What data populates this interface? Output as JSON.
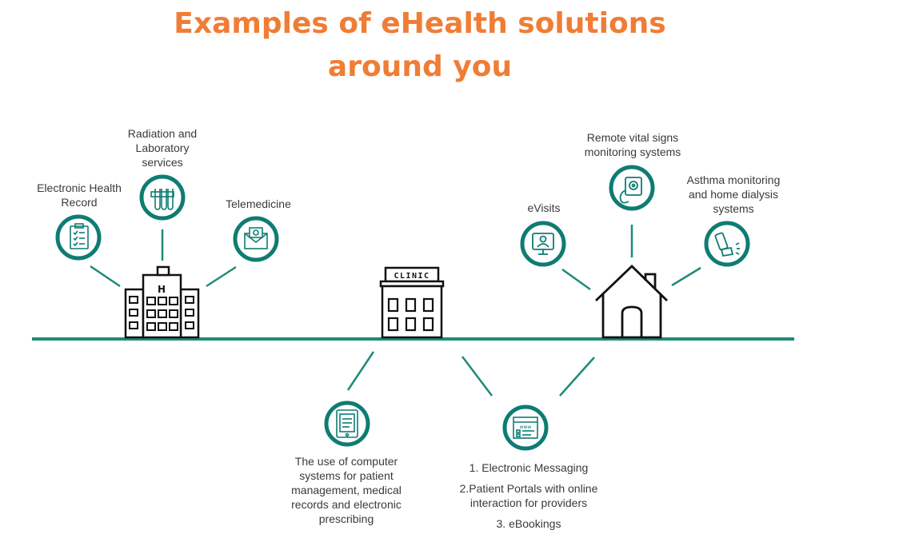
{
  "title": {
    "line1": "Examples of eHealth solutions",
    "line2": "around you"
  },
  "hospital": {
    "sign": "H",
    "nodes": {
      "ehr": "Electronic Health Record",
      "lab": "Radiation and Laboratory services",
      "tele": "Telemedicine"
    }
  },
  "clinic": {
    "sign": "CLINIC",
    "nodes": {
      "systems": "The use of computer systems for patient management, medical records and electronic prescribing",
      "messaging": {
        "line1": "1. Electronic Messaging",
        "line2": "2.Patient Portals with online interaction for providers",
        "line3": "3. eBookings"
      }
    }
  },
  "home": {
    "nodes": {
      "evisits": "eVisits",
      "remote": "Remote vital signs monitoring systems",
      "asthma": "Asthma monitoring and home dialysis systems"
    }
  },
  "colors": {
    "title": "#f07d35",
    "teal": "#0e7c73",
    "line": "#1e8a7a",
    "text": "#3a3a3a"
  },
  "icons": [
    "clipboard-icon",
    "test-tubes-icon",
    "email-icon",
    "tablet-record-icon",
    "www-browser-icon",
    "video-call-icon",
    "blood-pressure-icon",
    "inhaler-icon",
    "hospital-building-icon",
    "clinic-building-icon",
    "house-icon"
  ]
}
